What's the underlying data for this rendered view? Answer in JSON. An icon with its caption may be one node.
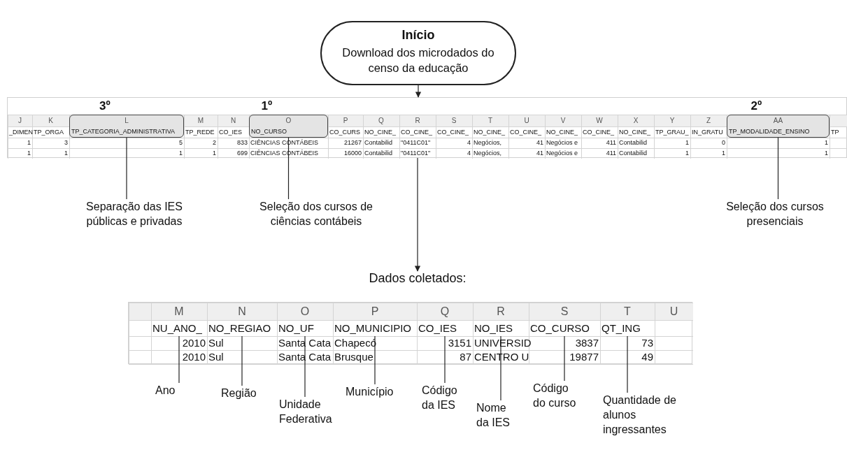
{
  "diagram": {
    "nodes": [
      {
        "text": [
          "Início",
          "Download dos microdados do censo da educação"
        ]
      },
      {
        "text": [],
        "shape": "box"
      },
      {
        "text": [
          "3º",
          "L",
          "TP_CATEGORIA_ADMINISTRATIVA"
        ],
        "in": 1
      },
      {
        "text": [
          "1º",
          "O",
          "NO_CURSO"
        ],
        "in": 1
      },
      {
        "text": [
          "2º",
          "AA",
          "TP_MODALIDADE_ENSINO"
        ],
        "in": 1
      },
      {
        "text": [
          "Separação das IES públicas e privadas"
        ]
      },
      {
        "text": [
          "Seleção dos cursos de ciências contábeis"
        ]
      },
      {
        "text": [
          "Seleção dos cursos presenciais"
        ]
      },
      {
        "text": [
          "Dados coletados:"
        ]
      },
      {
        "text": [],
        "shape": "box"
      },
      {
        "text": [
          "NU_ANO_"
        ],
        "in": 9
      },
      {
        "text": [
          "NO_REGIAO"
        ],
        "in": 9
      },
      {
        "text": [
          "NO_UF"
        ],
        "in": 9
      },
      {
        "text": [
          "NO_MUNICIPIO"
        ],
        "in": 9
      },
      {
        "text": [
          "CO_IES"
        ],
        "in": 9
      },
      {
        "text": [
          "NO_IES"
        ],
        "in": 9
      },
      {
        "text": [
          "CO_CURSO"
        ],
        "in": 9
      },
      {
        "text": [
          "QT_ING"
        ],
        "in": 9
      },
      {
        "text": [
          "Ano"
        ]
      },
      {
        "text": [
          "Região"
        ]
      },
      {
        "text": [
          "Unidade Federativa"
        ]
      },
      {
        "text": [
          "Município"
        ]
      },
      {
        "text": [
          "Código da IES"
        ]
      },
      {
        "text": [
          "Nome da IES"
        ]
      },
      {
        "text": [
          "Código do curso"
        ]
      },
      {
        "text": [
          "Quantidade de alunos ingressantes"
        ]
      }
    ],
    "edges": [
      {
        "from": 0,
        "to": 1,
        "arrow": "to"
      },
      {
        "from": 1,
        "to": 8,
        "arrow": "to"
      },
      {
        "from": 2,
        "to": 5,
        "arrow": "none"
      },
      {
        "from": 3,
        "to": 6,
        "arrow": "none"
      },
      {
        "from": 4,
        "to": 7,
        "arrow": "none"
      },
      {
        "from": 10,
        "to": 18,
        "arrow": "none"
      },
      {
        "from": 11,
        "to": 19,
        "arrow": "none"
      },
      {
        "from": 12,
        "to": 20,
        "arrow": "none"
      },
      {
        "from": 13,
        "to": 21,
        "arrow": "none"
      },
      {
        "from": 14,
        "to": 22,
        "arrow": "none"
      },
      {
        "from": 15,
        "to": 23,
        "arrow": "none"
      },
      {
        "from": 16,
        "to": 24,
        "arrow": "none"
      },
      {
        "from": 17,
        "to": 25,
        "arrow": "none"
      }
    ],
    "labels": [
      "J",
      "K",
      "M",
      "N",
      "P",
      "Q",
      "R",
      "S",
      "T",
      "U",
      "V",
      "W",
      "X",
      "Y",
      "Z",
      "_DIMEN",
      "TP_ORGA",
      "TP_REDE",
      "CO_IES",
      "CO_CURS",
      "NO_CINE_",
      "CO_CINE_",
      "CO_CINE_",
      "NO_CINE_",
      "CO_CINE_",
      "NO_CINE_",
      "CO_CINE_",
      "NO_CINE_",
      "TP_GRAU_",
      "IN_GRATU",
      "TP",
      "1",
      "3",
      "5",
      "2",
      "833",
      "CIÊNCIAS CONTÁBEIS",
      "21267",
      "Contabilid",
      "\"0411C01\"",
      "4",
      "Negócios,",
      "41",
      "Negócios e",
      "411",
      "Contabilid",
      "1",
      "0",
      "1",
      "1",
      "1",
      "1",
      "1",
      "699",
      "CIÊNCIAS CONTÁBEIS",
      "16000",
      "Contabilid",
      "\"0411C01\"",
      "4",
      "Negócios,",
      "41",
      "Negócios e",
      "411",
      "Contabilid",
      "1",
      "1",
      "1",
      "M",
      "N",
      "O",
      "P",
      "Q",
      "R",
      "S",
      "T",
      "U",
      "2010",
      "Sul",
      "Santa Cata",
      "Chapecó",
      "3151",
      "UNIVERSID",
      "3837",
      "73",
      "2010",
      "Sul",
      "Santa Cata",
      "Brusque",
      "87",
      "CENTRO U",
      "19877",
      "49"
    ]
  }
}
